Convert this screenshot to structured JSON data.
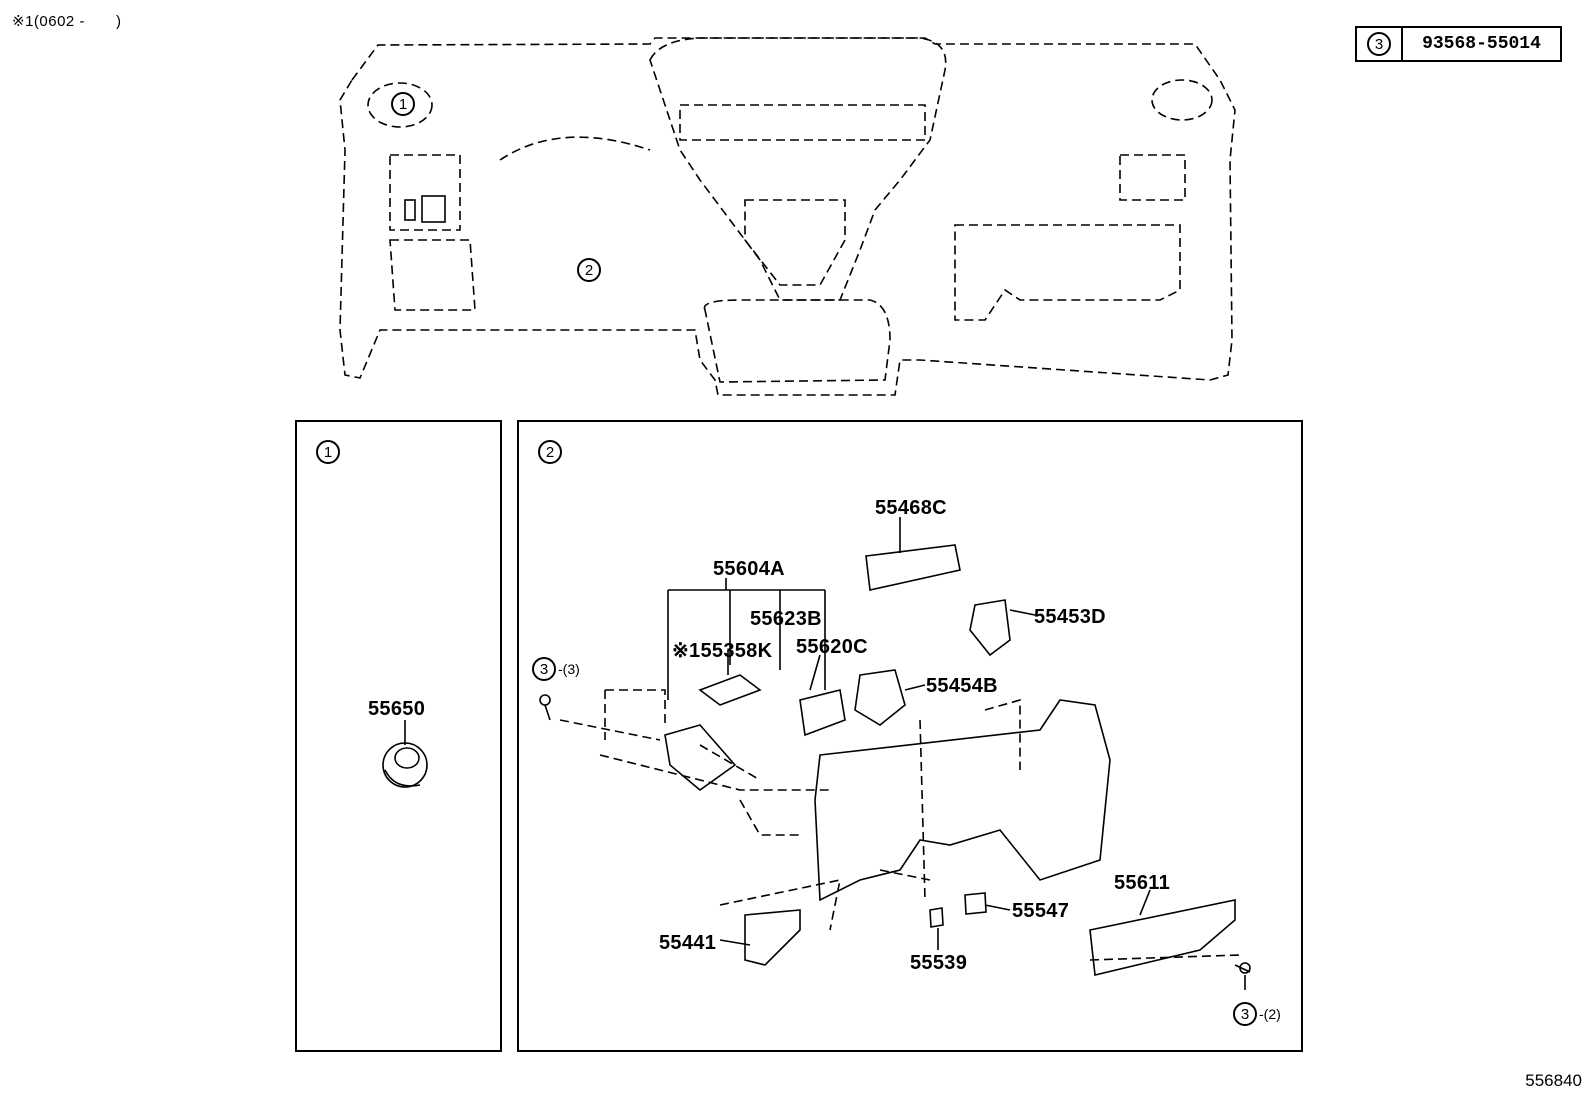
{
  "note": "※1(0602 -　　)",
  "legend": {
    "ref": "3",
    "part_number": "93568-55014"
  },
  "overview": {
    "callout_1": "1",
    "callout_2": "2"
  },
  "panel1": {
    "ref": "1",
    "parts": [
      {
        "label": "55650"
      }
    ]
  },
  "panel2": {
    "ref": "2",
    "parts": [
      {
        "label": "55468C"
      },
      {
        "label": "55604A"
      },
      {
        "label": "55623B"
      },
      {
        "label": "※155358K"
      },
      {
        "label": "55620C"
      },
      {
        "label": "55453D"
      },
      {
        "label": "55454B"
      },
      {
        "label": "55611"
      },
      {
        "label": "55547"
      },
      {
        "label": "55539"
      },
      {
        "label": "55441"
      }
    ],
    "fasteners": [
      {
        "ref": "3",
        "qty": "-(3)"
      },
      {
        "ref": "3",
        "qty": "-(2)"
      }
    ]
  },
  "footer": "556840"
}
